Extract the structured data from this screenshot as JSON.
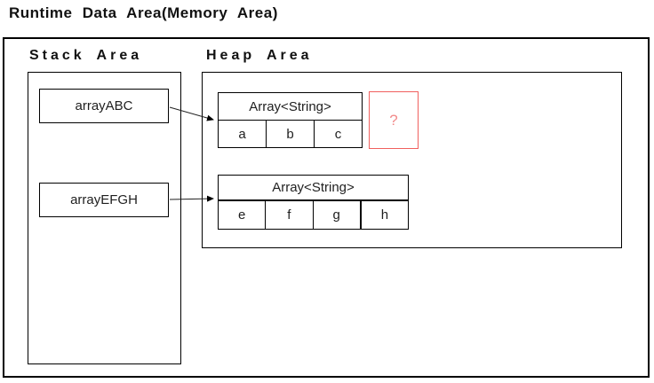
{
  "title": "Runtime Data Area(Memory Area)",
  "stack": {
    "label": "Stack Area",
    "variables": [
      {
        "name": "arrayABC"
      },
      {
        "name": "arrayEFGH"
      }
    ]
  },
  "heap": {
    "label": "Heap Area",
    "arrays": [
      {
        "header": "Array<String>",
        "cells": [
          "a",
          "b",
          "c"
        ]
      },
      {
        "header": "Array<String>",
        "cells": [
          "e",
          "f",
          "g",
          "h"
        ]
      }
    ],
    "unknown_marker": "?"
  },
  "colors": {
    "line": "#000000",
    "text": "#1f1f1f",
    "unknown_border": "#f0605e",
    "unknown_text": "#f28b8b"
  }
}
